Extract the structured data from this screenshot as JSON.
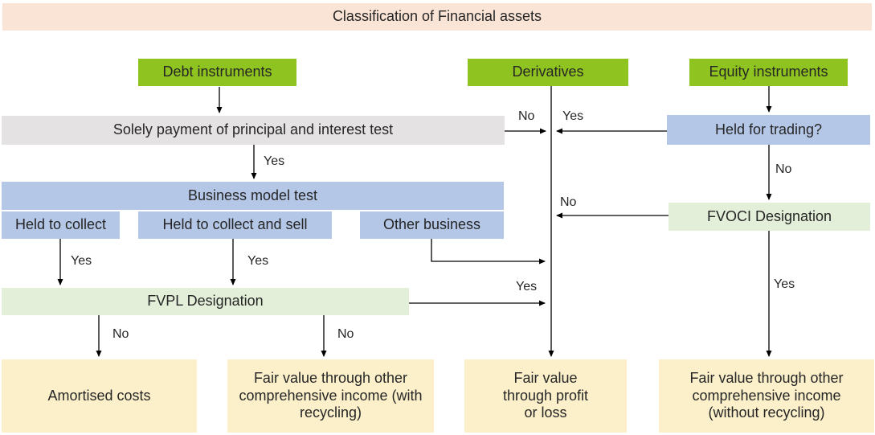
{
  "title": "Classification of Financial assets",
  "colors": {
    "title_bg": "#FAE4D6",
    "category_green": "#8FC31F",
    "test_gray": "#E4E2E2",
    "decision_blue": "#B4C7E7",
    "designation_light_green": "#E3EFD9",
    "result_cream": "#FCF0CB",
    "text": "#262626",
    "line": "#000000"
  },
  "nodes": {
    "debt_instruments": "Debt instruments",
    "derivatives": "Derivatives",
    "equity_instruments": "Equity instruments",
    "sppi_test": "Solely payment of principal and interest test",
    "held_for_trading": "Held for trading?",
    "business_model_test": "Business model test",
    "held_to_collect": "Held to collect",
    "held_to_collect_and_sell": "Held to collect and sell",
    "other_business": "Other business",
    "fvpl_designation": "FVPL Designation",
    "fvoci_designation": "FVOCI Designation",
    "amortised_costs": "Amortised costs",
    "fvoci_with_recycling": "Fair value through other comprehensive income (with recycling)",
    "fv_through_profit_or_loss": "Fair value through profit or loss",
    "fvoci_without_recycling": "Fair value through other comprehensive income (without recycling)"
  },
  "edge_labels": {
    "sppi_no": "No",
    "derivatives_yes": "Yes",
    "sppi_yes": "Yes",
    "held_for_trading_no": "No",
    "fvoci_no": "No",
    "held_to_collect_yes": "Yes",
    "held_to_collect_and_sell_yes": "Yes",
    "fvpl_yes": "Yes",
    "fvoci_yes": "Yes",
    "fvpl_no_left": "No",
    "fvpl_no_right": "No"
  }
}
